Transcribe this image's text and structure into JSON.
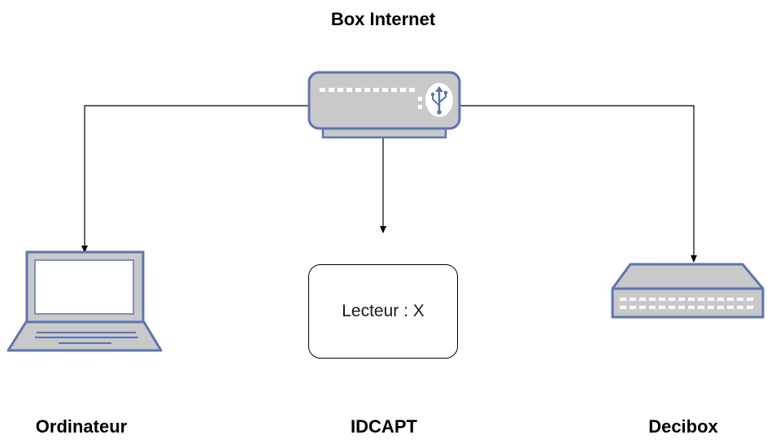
{
  "nodes": {
    "box_internet": {
      "label": "Box Internet",
      "icon": "router-icon"
    },
    "ordinateur": {
      "label": "Ordinateur",
      "icon": "laptop-icon"
    },
    "idcapt": {
      "label": "IDCAPT",
      "reader_text": "Lecteur : X"
    },
    "decibox": {
      "label": "Decibox",
      "icon": "network-switch-icon"
    }
  },
  "edges": [
    {
      "from": "box_internet",
      "to": "ordinateur"
    },
    {
      "from": "box_internet",
      "to": "idcapt"
    },
    {
      "from": "box_internet",
      "to": "decibox"
    }
  ],
  "colors": {
    "device_fill": "#c9c9c9",
    "device_stroke": "#5b74b3",
    "screen_fill": "#ffffff",
    "line": "#000000"
  }
}
